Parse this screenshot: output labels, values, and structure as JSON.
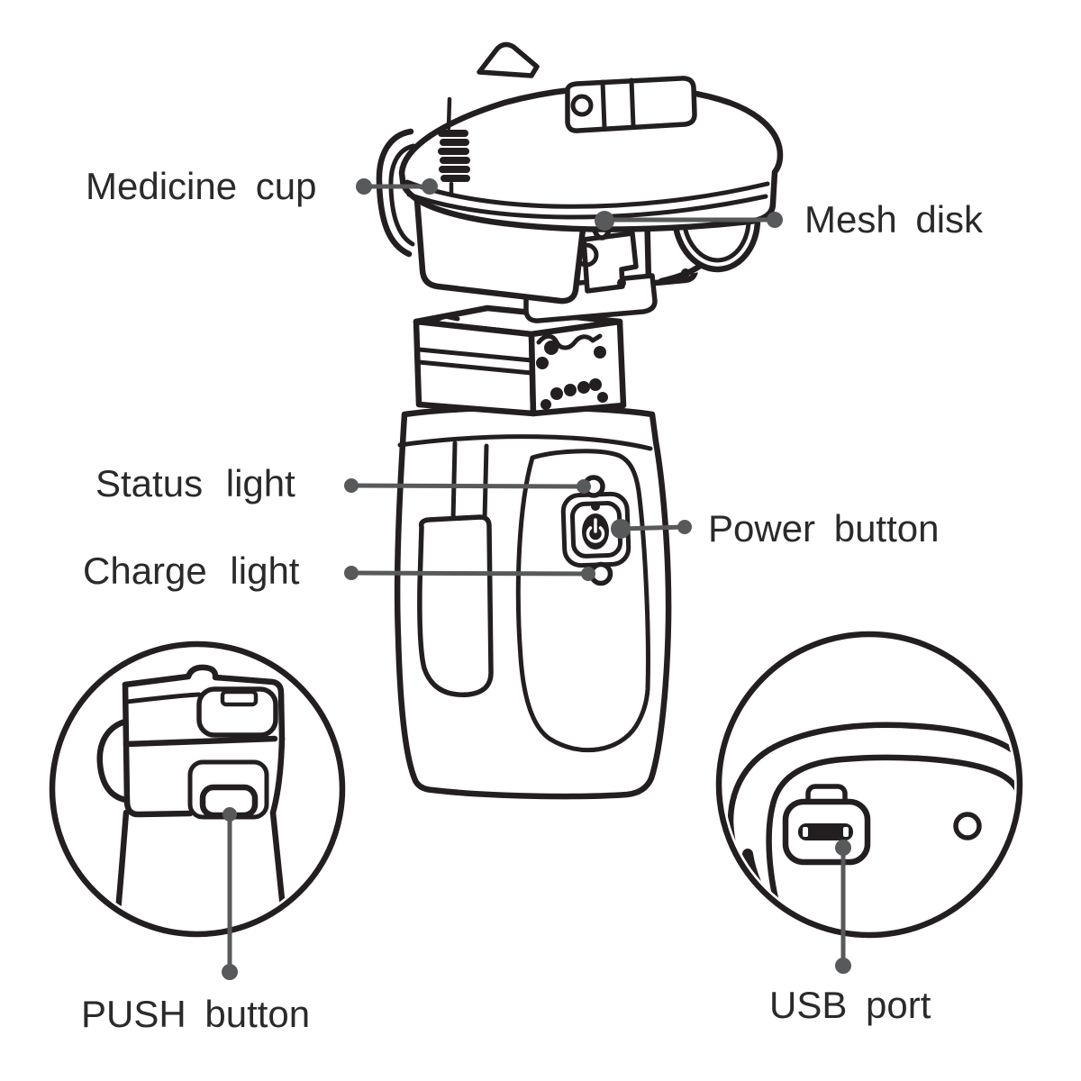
{
  "diagram": {
    "type": "product-parts-diagram",
    "subject": "Portable mesh nebulizer exploded view with part callouts",
    "colors": {
      "ink": "#231f20",
      "leader_line": "#58595b",
      "label_text": "#2a2a2a",
      "background": "#ffffff"
    },
    "labels": {
      "medicine_cup": "Medicine cup",
      "mesh_disk": "Mesh disk",
      "status_light": "Status light",
      "power_button": "Power button",
      "charge_light": "Charge light",
      "push_button": "PUSH button",
      "usb_port": "USB port"
    },
    "icons": {
      "power_symbol": "power-standby glyph on device power button",
      "usb_connector": "usb-c slot shape in bottom detail circle"
    }
  }
}
